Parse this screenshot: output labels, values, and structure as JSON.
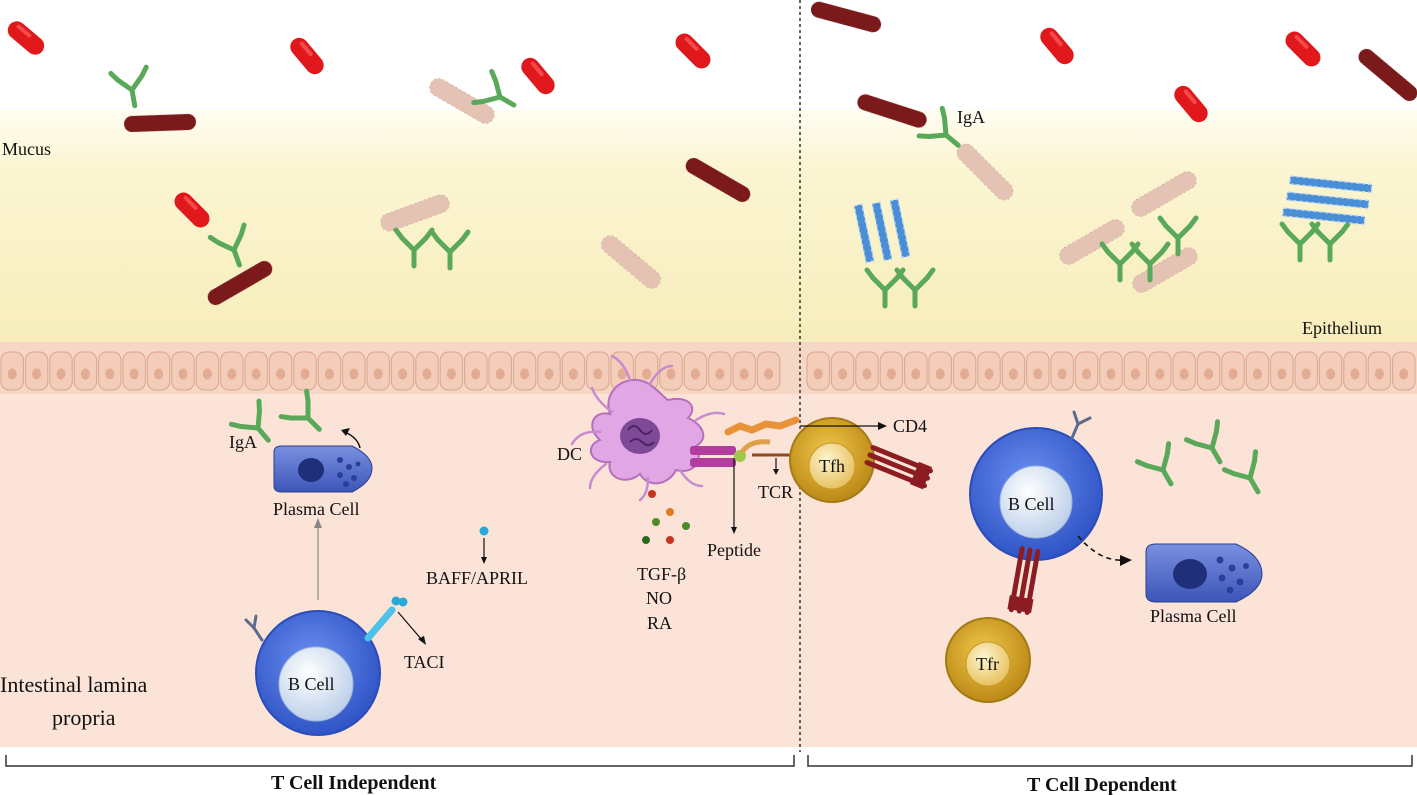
{
  "labels": {
    "mucus": "Mucus",
    "epithelium": "Epithelium",
    "lamina_line1": "Intestinal lamina",
    "lamina_line2": "propria",
    "iga_left": "IgA",
    "iga_right": "IgA",
    "plasma_cell_left": "Plasma Cell",
    "plasma_cell_right": "Plasma Cell",
    "b_cell_left": "B Cell",
    "b_cell_right": "B Cell",
    "baff_april": "BAFF/APRIL",
    "taci": "TACI",
    "dc": "DC",
    "tgf_beta": "TGF-β",
    "no": "NO",
    "ra": "RA",
    "peptide": "Peptide",
    "tcr": "TCR",
    "cd4": "CD4",
    "tfh": "Tfh",
    "tfr": "Tfr",
    "t_cell_independent": "T Cell Independent",
    "t_cell_dependent": "T Cell Dependent"
  },
  "colors": {
    "mucus_band": "#fbf5d2",
    "lamina": "#fbe3d8",
    "epithelium_cell": "#f3cdb9",
    "b_cell": "#3e68d8",
    "plasma_cell": "#4f68c8",
    "iga": "#5aa95a",
    "bacteria_red": "#e0181c",
    "bacteria_dark": "#7a1a1a",
    "bacteria_pink": "#e4c2b4",
    "t_cell": "#d8a21e",
    "dc": "#d487d8",
    "glycan_blue": "#4a8fd6"
  }
}
